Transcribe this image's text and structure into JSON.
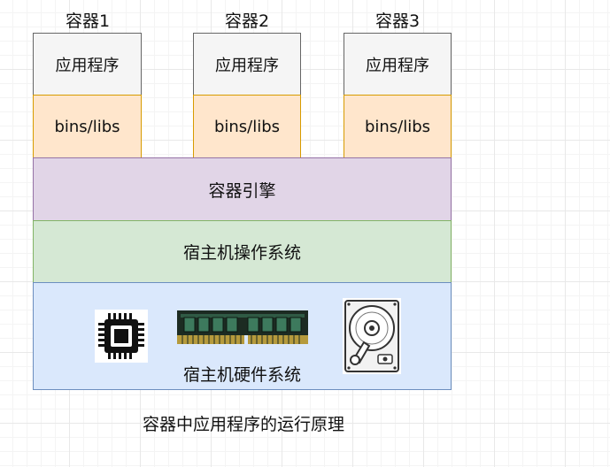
{
  "containers": [
    {
      "title": "容器1",
      "app": "应用程序",
      "bins": "bins/libs"
    },
    {
      "title": "容器2",
      "app": "应用程序",
      "bins": "bins/libs"
    },
    {
      "title": "容器3",
      "app": "应用程序",
      "bins": "bins/libs"
    }
  ],
  "layers": {
    "engine": "容器引擎",
    "os": "宿主机操作系统",
    "hardware": "宿主机硬件系统"
  },
  "hardware_icons": [
    "cpu-chip-icon",
    "ram-module-icon",
    "hard-disk-icon"
  ],
  "caption": "容器中应用程序的运行原理",
  "colors": {
    "app_fill": "#f5f5f5",
    "app_stroke": "#666666",
    "bins_fill": "#ffe6cc",
    "bins_stroke": "#d79b00",
    "engine_fill": "#e1d5e7",
    "engine_stroke": "#9673a6",
    "os_fill": "#d5e8d4",
    "os_stroke": "#82b366",
    "hardware_fill": "#dae8fc",
    "hardware_stroke": "#6c8ebf"
  }
}
